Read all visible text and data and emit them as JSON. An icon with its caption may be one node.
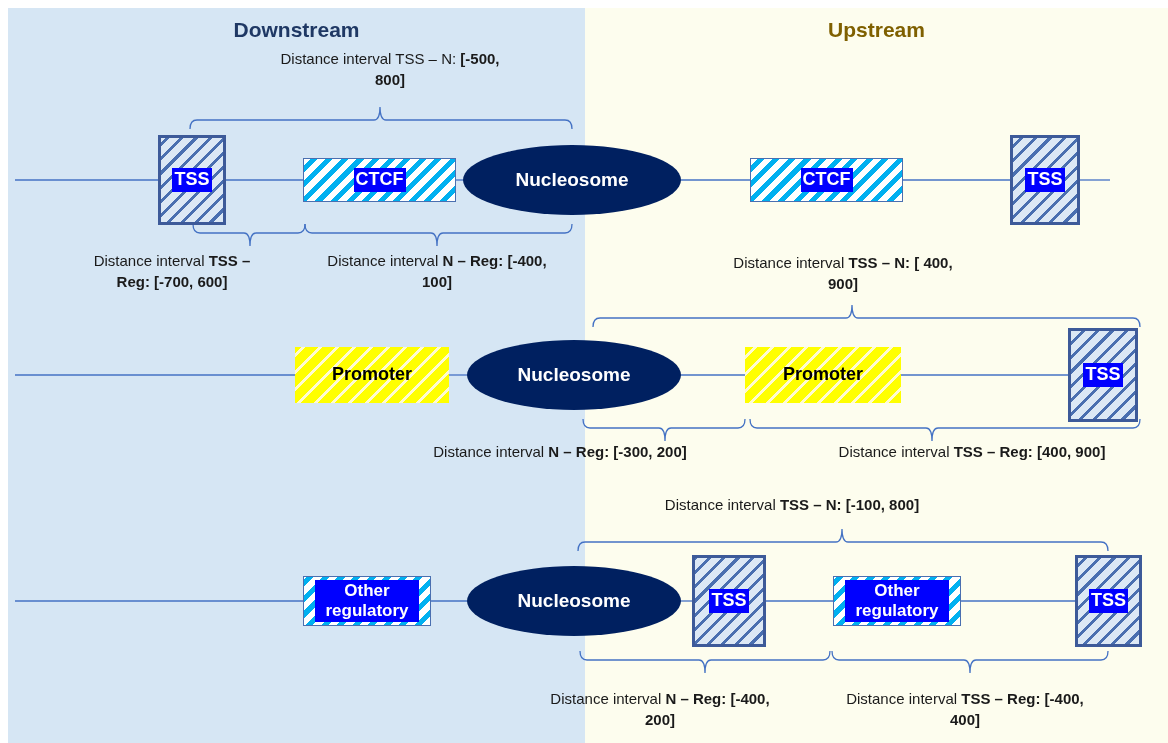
{
  "diagram": {
    "nodes": [
      {
        "text": [
          "Downstream"
        ]
      },
      {
        "text": [
          "Upstream"
        ]
      },
      {
        "text": [
          "TSS"
        ],
        "in": 0
      },
      {
        "text": [
          "CTCF"
        ],
        "in": 0
      },
      {
        "text": [
          "Nucleosome"
        ]
      },
      {
        "text": [
          "CTCF"
        ],
        "in": 1
      },
      {
        "text": [
          "TSS"
        ],
        "in": 1
      },
      {
        "text": [
          "Promoter"
        ],
        "in": 0
      },
      {
        "text": [
          "Nucleosome"
        ]
      },
      {
        "text": [
          "Promoter"
        ],
        "in": 1
      },
      {
        "text": [
          "TSS"
        ],
        "in": 1
      },
      {
        "text": [
          "Other regulatory"
        ],
        "in": 0
      },
      {
        "text": [
          "Nucleosome"
        ]
      },
      {
        "text": [
          "TSS"
        ],
        "in": 1
      },
      {
        "text": [
          "Other regulatory"
        ],
        "in": 1
      },
      {
        "text": [
          "TSS"
        ],
        "in": 1
      }
    ],
    "edges": [
      {
        "from": null,
        "to": 2,
        "arrow": "none"
      },
      {
        "from": 2,
        "to": 3,
        "arrow": "none"
      },
      {
        "from": 3,
        "to": 4,
        "arrow": "none"
      },
      {
        "from": 4,
        "to": 5,
        "arrow": "none"
      },
      {
        "from": 5,
        "to": 6,
        "arrow": "none"
      },
      {
        "from": 6,
        "to": null,
        "arrow": "none"
      },
      {
        "from": null,
        "to": 7,
        "arrow": "none"
      },
      {
        "from": 7,
        "to": 8,
        "arrow": "none"
      },
      {
        "from": 8,
        "to": 9,
        "arrow": "none"
      },
      {
        "from": 9,
        "to": 10,
        "arrow": "none"
      },
      {
        "from": null,
        "to": 11,
        "arrow": "none"
      },
      {
        "from": 11,
        "to": 12,
        "arrow": "none"
      },
      {
        "from": 12,
        "to": 13,
        "arrow": "none"
      },
      {
        "from": 13,
        "to": 14,
        "arrow": "none"
      },
      {
        "from": 14,
        "to": 15,
        "arrow": "none"
      }
    ],
    "labels": [
      "Distance interval TSS – N: **[-500, 800]**",
      "Distance interval **TSS – Reg: [-700, 600]**",
      "Distance interval **N – Reg: [-400, 100]**",
      "Distance interval **TSS – N: [ 400, 900]**",
      "Distance interval **N – Reg: [-300, 200]**",
      "Distance interval **TSS – Reg: [400, 900]**",
      "Distance interval **TSS – N: [-100, 800]**",
      "Distance interval **N – Reg: [-400, 200]**",
      "Distance interval **TSS – Reg: [-400, 400]**"
    ]
  }
}
